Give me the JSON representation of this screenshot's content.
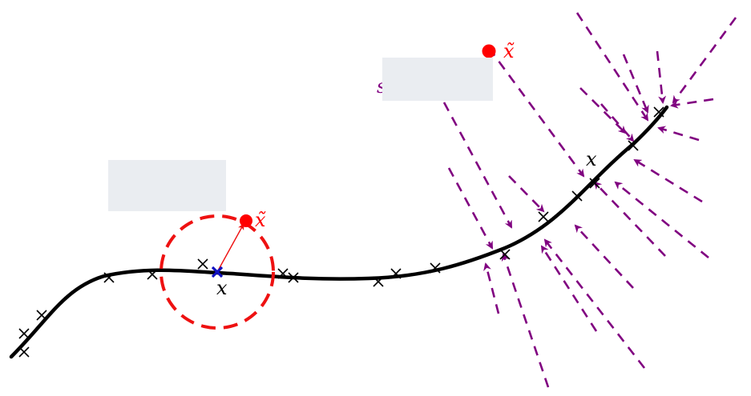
{
  "labels": {
    "point_x": "x",
    "noisy_x_tilde": "x̃",
    "far_noisy_x_tilde": "x̃",
    "x_near_arrows": "x",
    "partially_hidden_char": "s"
  },
  "colors": {
    "curve": "#000000",
    "sample_marker": "#000000",
    "clean_point": "#1010c0",
    "noisy_point": "#ff0000",
    "noise_ball": "#ee1111",
    "vector_field": "#800080",
    "redaction_box": "#eaedf1"
  },
  "legend": {},
  "notes": []
}
